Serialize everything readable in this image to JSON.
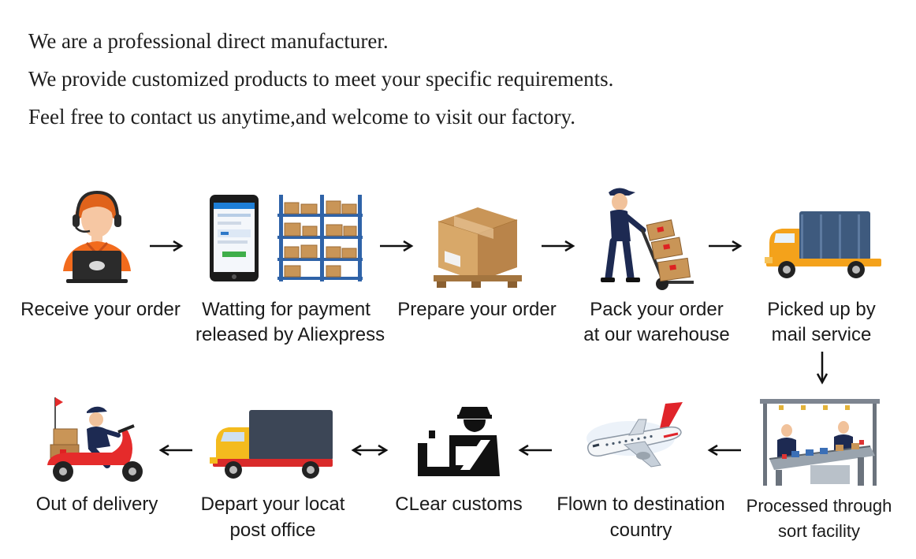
{
  "intro": [
    "We are a professional direct manufacturer.",
    "We provide customized products to meet your specific requirements.",
    "Feel free to contact us anytime,and welcome to visit our factory."
  ],
  "steps": [
    {
      "id": "receive",
      "line1": "Receive your order",
      "line2": "",
      "icon": "customer-service-agent-icon"
    },
    {
      "id": "payment",
      "line1": "Watting for payment",
      "line2": "released by Aliexpress",
      "icon": "phone-and-warehouse-shelves-icon"
    },
    {
      "id": "prepare",
      "line1": "Prepare your order",
      "line2": "",
      "icon": "cardboard-box-on-pallet-icon"
    },
    {
      "id": "pack",
      "line1": "Pack your order",
      "line2": "at our warehouse",
      "icon": "worker-with-hand-truck-icon"
    },
    {
      "id": "pickup",
      "line1": "Picked up by",
      "line2": "mail service",
      "icon": "delivery-truck-icon"
    },
    {
      "id": "sort",
      "line1": "Processed through",
      "line2": "sort facility",
      "icon": "sorting-facility-icon"
    },
    {
      "id": "flown",
      "line1": "Flown to destination",
      "line2": "country",
      "icon": "airplane-icon"
    },
    {
      "id": "customs",
      "line1": "CLear customs",
      "line2": "",
      "icon": "customs-officer-icon"
    },
    {
      "id": "depart",
      "line1": "Depart your locat",
      "line2": "post office",
      "icon": "cargo-truck-icon"
    },
    {
      "id": "delivery",
      "line1": "Out of delivery",
      "line2": "",
      "icon": "delivery-scooter-icon"
    }
  ],
  "colors": {
    "text": "#1a1a1a",
    "orange": "#f26b1d",
    "truck_yellow": "#f4a21b",
    "navy": "#1d2a52",
    "cardboard": "#c99557",
    "red": "#e52b2b",
    "steel_blue": "#2f63a8"
  }
}
